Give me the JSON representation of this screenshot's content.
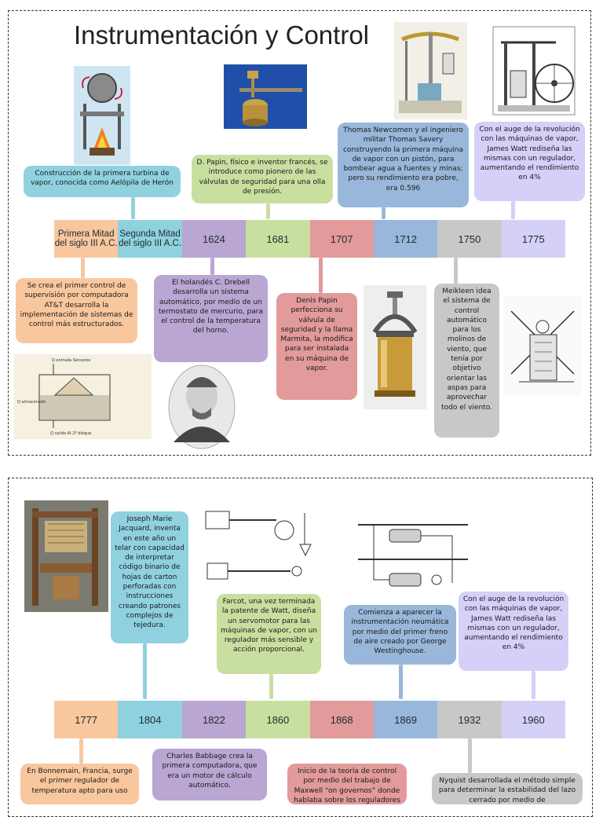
{
  "title": "Instrumentación y Control",
  "timeline1": [
    "Primera Mitad del siglo III A.C.",
    "Segunda Mitad del siglo III A.C.",
    "1624",
    "1681",
    "1707",
    "1712",
    "1750",
    "1775"
  ],
  "timeline2": [
    "1777",
    "1804",
    "1822",
    "1860",
    "1868",
    "1869",
    "1932",
    "1960"
  ],
  "events1": {
    "heron": "Construcción de la primera turbina de vapor, conocida como Aelópila de Herón",
    "papin_intro": "D. Papin, físico e inventor francés, se introduce como pionero de las válvulas de seguridad para una olla de presión.",
    "newcomen": "Thomas Newcomen y el ingeniero militar Thomas Savery construyendo la primera máquina de vapor con un pistón, para bombear agua a fuentes y minas; pero su rendimiento era pobre, era 0.596",
    "watt1775": "Con el auge de la revolución con las máquinas de vapor, James Watt rediseña las mismas con un regulador, aumentando el rendimiento en 4%",
    "att": "Se crea el primer control de supervisión por computadora AT&T desarrolla la implementación de sistemas de control más estructurados.",
    "drebell": "El holandés C. Drebell desarrolla un sistema automático, por medio de un termostato de mercurio, para el control de la temperatura del horno.",
    "marmita": "Denis Papin perfecciona su válvula de seguridad y la llama Marmita, la modifica para ser instalada en su máquina de vapor.",
    "meikleen": "Meikleen idea el sistema de control automático para los molinos de viento, que tenía por objetivo orientar las aspas para aprovechar todo el viento."
  },
  "events2": {
    "jacquard": "Joseph Marie Jacquard, inventa en este año un telar con capacidad de interpretar código binario de hojas de carton perforadas con instrucciones creando patrones complejos de tejedura.",
    "farcot": "Farcot, una vez terminada la patente de Watt, diseña un servomotor para las máquinas de vapor, con un regulador más sensible y acción proporcional.",
    "westinghouse": "Comienza a aparecer la instrumentación neumática por medio del primer freno de aire creado por George Westinghouse.",
    "watt1960": "Con el auge de la revolución con las máquinas de vapor, James Watt rediseña las mismas con un regulador, aumentando el rendimiento en 4%",
    "bonnemain": "En Bonnemain, Francia, surge el primer regulador de temperatura apto para uso",
    "babbage": "Charles Babbage crea la primera computadora, que era un motor de cálculo automático.",
    "maxwell": "Inicio de la teoría de control por medio del trabajo de Maxwell “on governos” donde hablaba sobre los reguladores",
    "nyquist": "Nyquist desarrollada el método simple para determinar la estabilidad del lazo cerrado por medio de"
  },
  "tank_labels": {
    "top": "Q entrada  Sensores",
    "left": "Q almacenado",
    "bottom": "Q salida  Al 2º bloque"
  },
  "colors": {
    "orange": "#f9c79e",
    "teal": "#8fd1df",
    "purple": "#b9a6d2",
    "green": "#c9dfa0",
    "red": "#e29a9a",
    "blue": "#99b7da",
    "gray": "#c8c8c8",
    "lavender": "#d4d0f8"
  }
}
